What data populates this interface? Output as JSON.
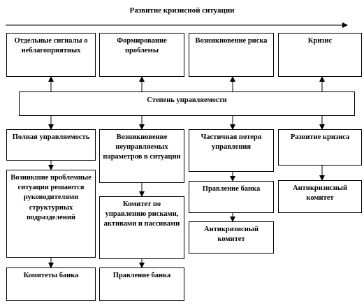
{
  "title": "Развитие кризисной ситуации",
  "stages": [
    "Отдельные сигналы о неблагоприятных",
    "Формирование проблемы",
    "Возникновение риска",
    "Кризис"
  ],
  "center": "Степень управляемости",
  "levels": [
    "Полная управляемость",
    "Возникновение неуправляемых параметров в ситуации",
    "Частичная потеря управления",
    "Развитие кризиса"
  ],
  "col1": [
    "Возникшие проблемные ситуации решаются руководителями структурных подразделений",
    "Комитеты банка"
  ],
  "col2": [
    "Комитет по управлению рисками, активами и пассивами",
    "Правление банка"
  ],
  "col3": [
    "Правление банка",
    "Антикризисный комитет"
  ],
  "col4": [
    "Антикризисный комитет"
  ]
}
